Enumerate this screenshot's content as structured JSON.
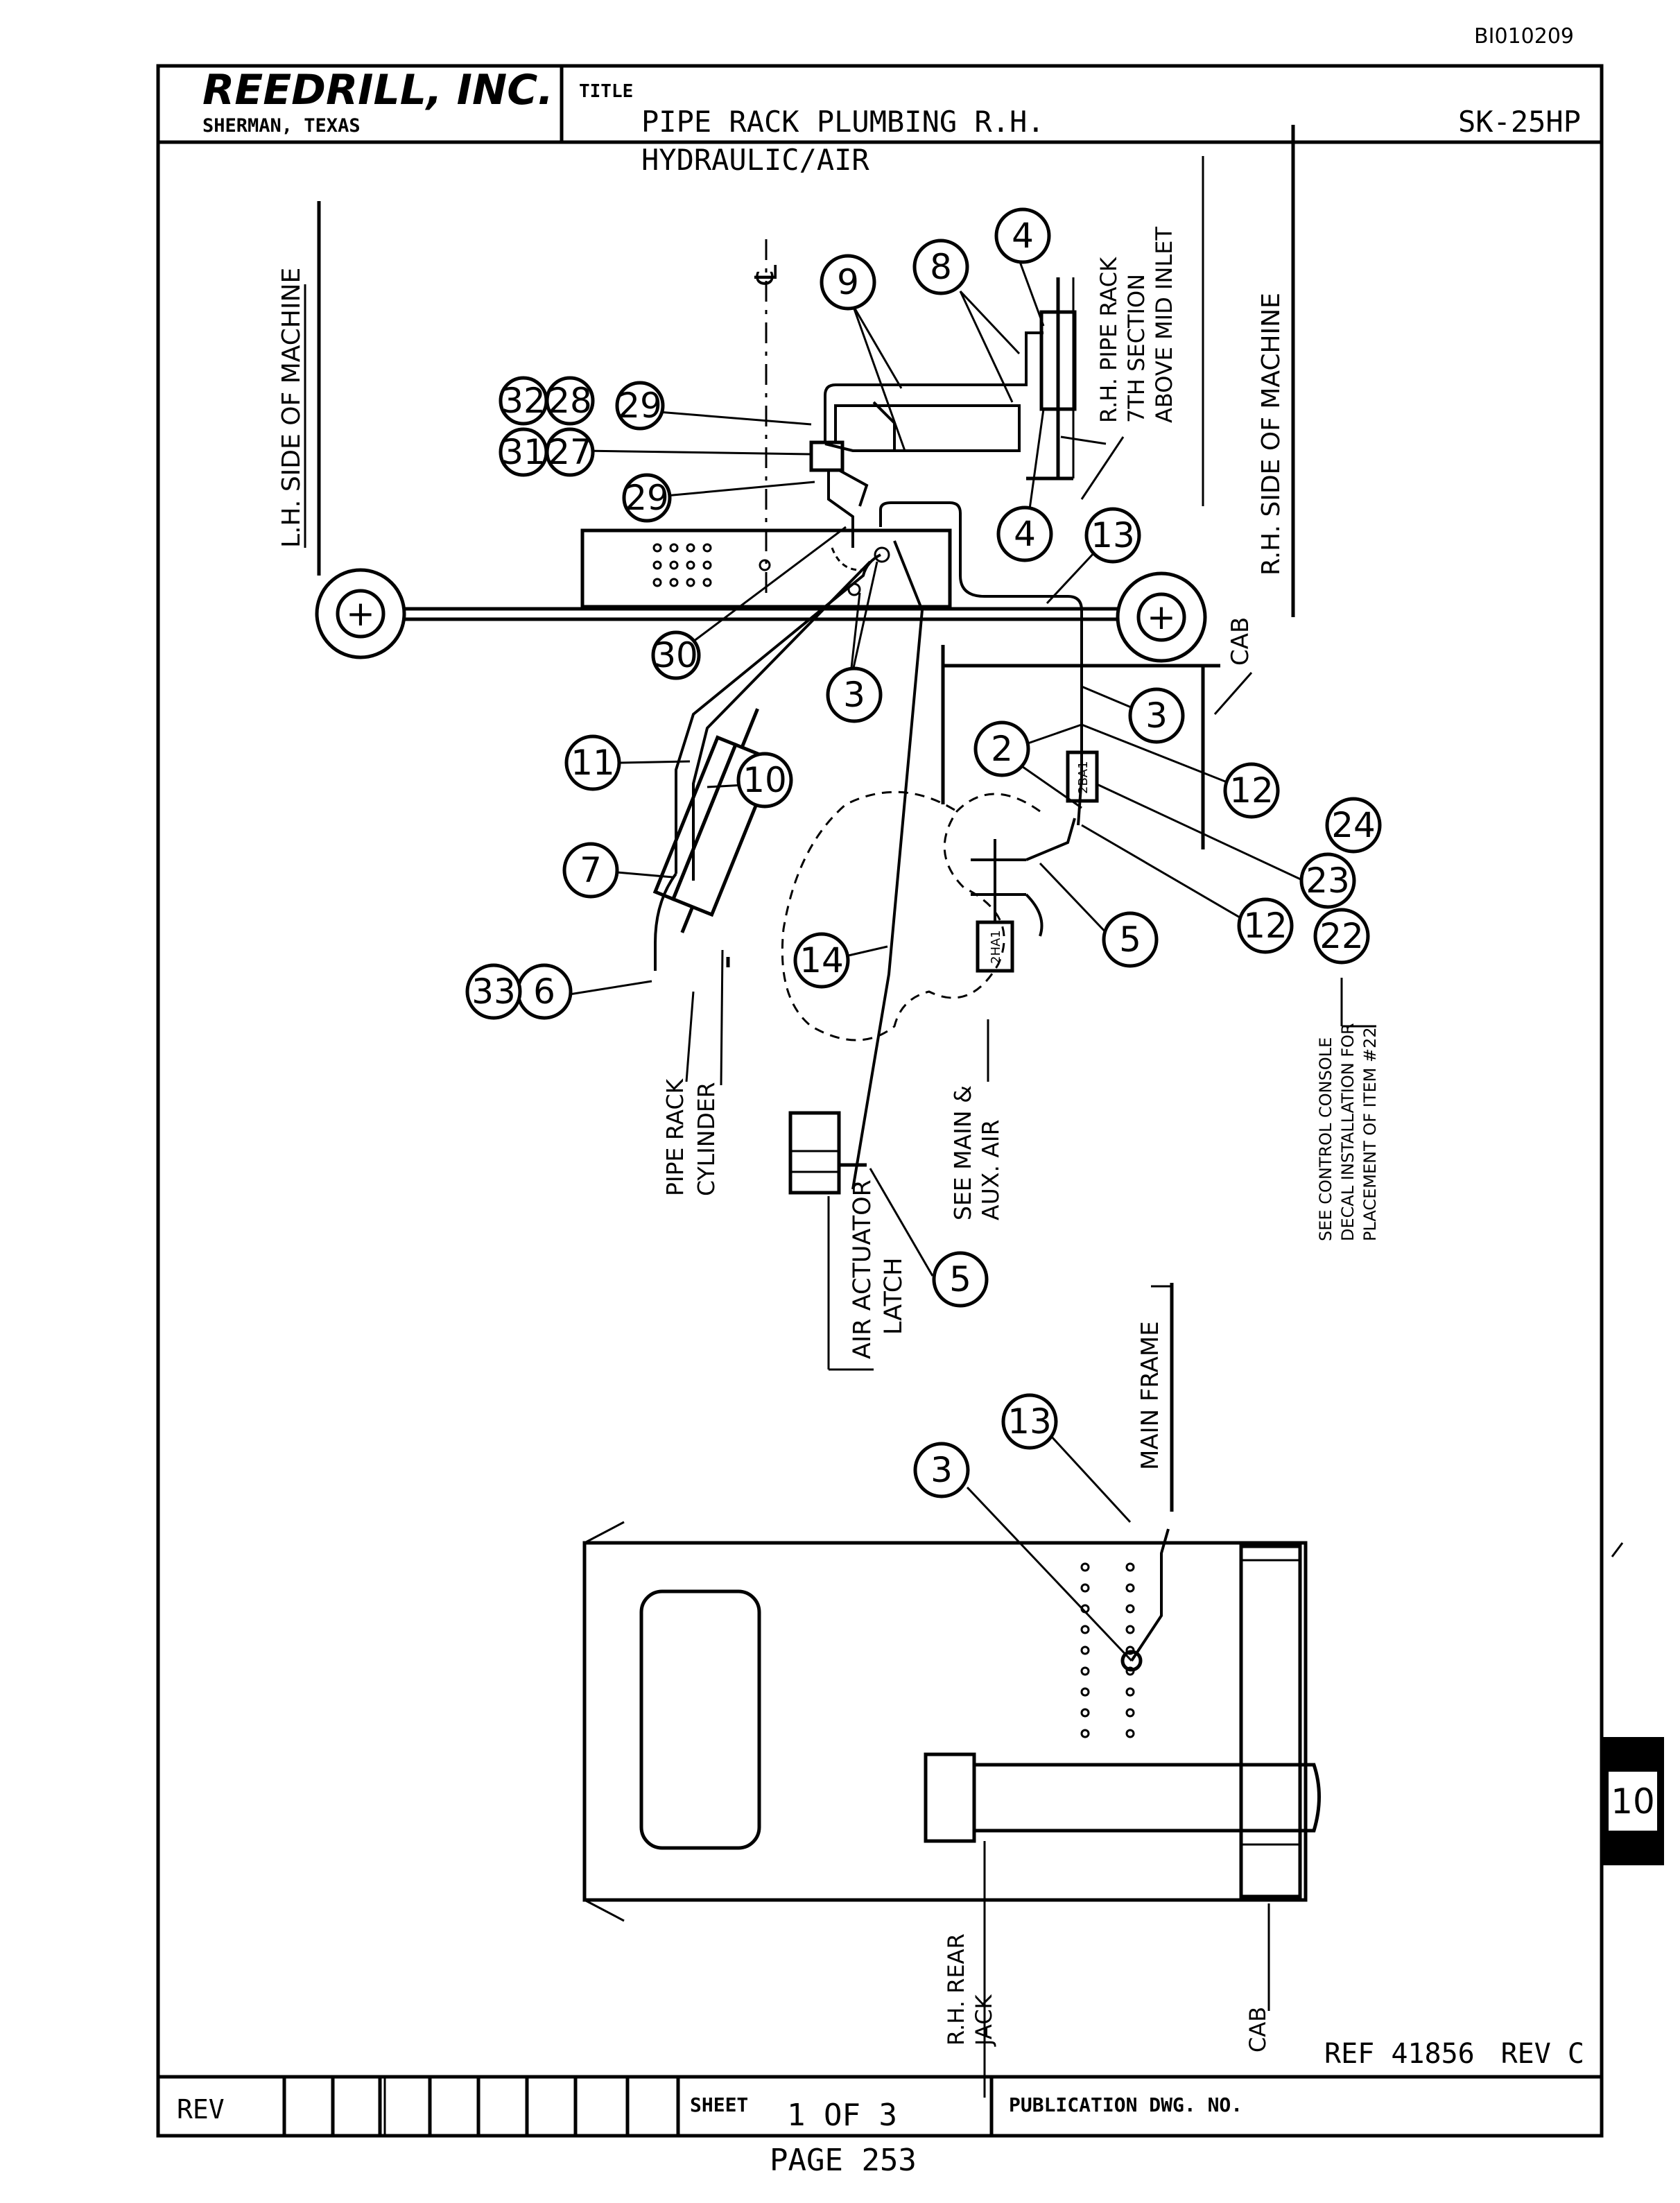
{
  "doc_id": "BI010209",
  "company": {
    "name": "REEDRILL, INC.",
    "location": "SHERMAN, TEXAS"
  },
  "title_block": {
    "title_label": "TITLE",
    "title_line1": "PIPE RACK PLUMBING R.H.",
    "title_line2": "HYDRAULIC/AIR",
    "drawing_number": "SK-25HP"
  },
  "side_labels": {
    "lh_side": "L.H. SIDE OF MACHINE",
    "rh_side": "R.H. SIDE OF MACHINE",
    "rh_pipe_rack": "R.H. PIPE RACK",
    "seventh_section": "7TH SECTION",
    "above_mid_inlet": "ABOVE MID INLET",
    "cab_top": "CAB",
    "pipe_rack": "PIPE RACK",
    "cylinder": "CYLINDER",
    "air_actuator": "AIR ACTUATOR",
    "latch": "LATCH",
    "see_main": "SEE MAIN &",
    "aux_air": "AUX. AIR",
    "console_note_1": "SEE CONTROL CONSOLE",
    "console_note_2": "DECAL INSTALLATION FOR",
    "console_note_3": "PLACEMENT OF ITEM #22",
    "main_frame": "MAIN FRAME",
    "rh_rear": "R.H. REAR",
    "jack": "JACK",
    "cab_bottom": "CAB",
    "valve_tag_1": "2BA1",
    "valve_tag_2": "2HA1",
    "centerline": "℄",
    "side_tab": "10"
  },
  "callouts": {
    "c1": "9",
    "c2": "8",
    "c3": "4",
    "c4": "32",
    "c5": "31",
    "c6": "28",
    "c7": "27",
    "c8": "29",
    "c9": "29",
    "c10": "4",
    "c11": "13",
    "c12": "30",
    "c13": "3",
    "c14": "3",
    "c15": "2",
    "c16": "11",
    "c17": "10",
    "c18": "12",
    "c19": "24",
    "c20": "7",
    "c21": "23",
    "c22": "5",
    "c23": "22",
    "c24": "12",
    "c25": "14",
    "c26": "6",
    "c27": "33",
    "c28": "5",
    "c29": "13",
    "c30": "3"
  },
  "footer": {
    "ref": "REF 41856",
    "rev_c": "REV C",
    "rev_label": "REV",
    "sheet_label": "SHEET",
    "sheet_value": "1 OF 3",
    "publication": "PUBLICATION DWG. NO.",
    "page": "PAGE 253"
  }
}
